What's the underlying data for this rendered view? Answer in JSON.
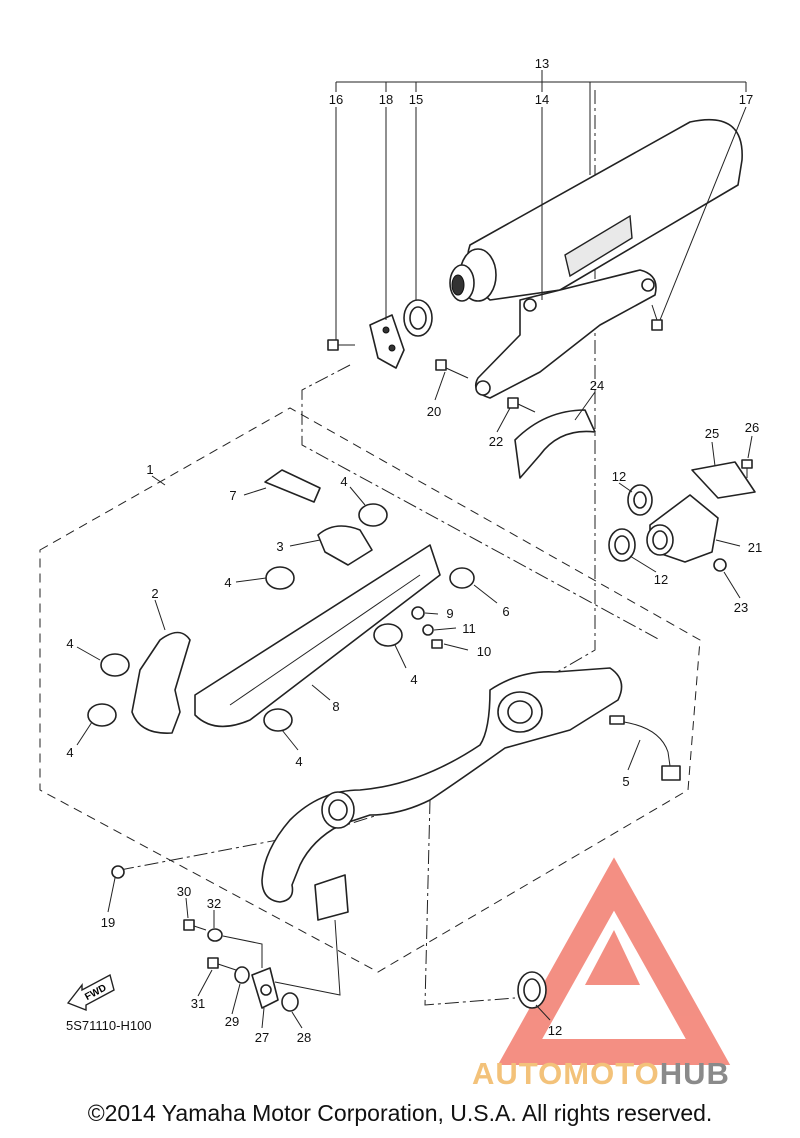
{
  "diagram": {
    "ref_code": "5S71110-H100",
    "fwd_label": "FWD",
    "callouts": [
      "1",
      "2",
      "3",
      "4",
      "4",
      "4",
      "4",
      "4",
      "4",
      "5",
      "6",
      "7",
      "8",
      "9",
      "10",
      "11",
      "12",
      "12",
      "12",
      "13",
      "14",
      "15",
      "16",
      "17",
      "18",
      "19",
      "20",
      "21",
      "22",
      "23",
      "24",
      "25",
      "26",
      "27",
      "28",
      "29",
      "30",
      "31",
      "32"
    ]
  },
  "watermark": {
    "part1": "AUTO",
    "part2": "MOTO",
    "part3": "HUB",
    "colors": {
      "logo": "#f06a5a",
      "orange": "#f3c27a",
      "grey": "#8a8a8a"
    }
  },
  "footer": {
    "copyright": "©2014 Yamaha Motor Corporation, U.S.A. All rights reserved."
  }
}
